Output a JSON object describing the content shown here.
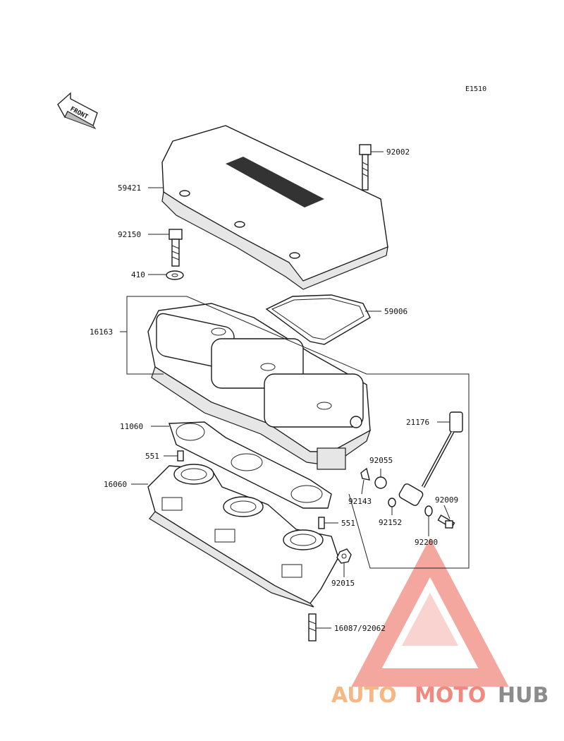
{
  "diagram": {
    "code": "E1510",
    "front_label": "FRONT",
    "callouts": [
      {
        "id": "c-92002",
        "text": "92002"
      },
      {
        "id": "c-59421",
        "text": "59421"
      },
      {
        "id": "c-92150",
        "text": "92150"
      },
      {
        "id": "c-410",
        "text": "410"
      },
      {
        "id": "c-59006",
        "text": "59006"
      },
      {
        "id": "c-16163",
        "text": "16163"
      },
      {
        "id": "c-21176",
        "text": "21176"
      },
      {
        "id": "c-11060",
        "text": "11060"
      },
      {
        "id": "c-92055",
        "text": "92055"
      },
      {
        "id": "c-551a",
        "text": "551"
      },
      {
        "id": "c-92009",
        "text": "92009"
      },
      {
        "id": "c-16060",
        "text": "16060"
      },
      {
        "id": "c-92143",
        "text": "92143"
      },
      {
        "id": "c-92152",
        "text": "92152"
      },
      {
        "id": "c-551b",
        "text": "551"
      },
      {
        "id": "c-92200",
        "text": "92200"
      },
      {
        "id": "c-92015",
        "text": "92015"
      },
      {
        "id": "c-16087",
        "text": "16087/92062"
      }
    ]
  },
  "watermark": {
    "part1": "AUTO",
    "part2": "MOTO",
    "part3": "HUB",
    "color_orange": "#f5b783",
    "color_red": "#f08a80",
    "color_gray": "#8c8c8c"
  }
}
